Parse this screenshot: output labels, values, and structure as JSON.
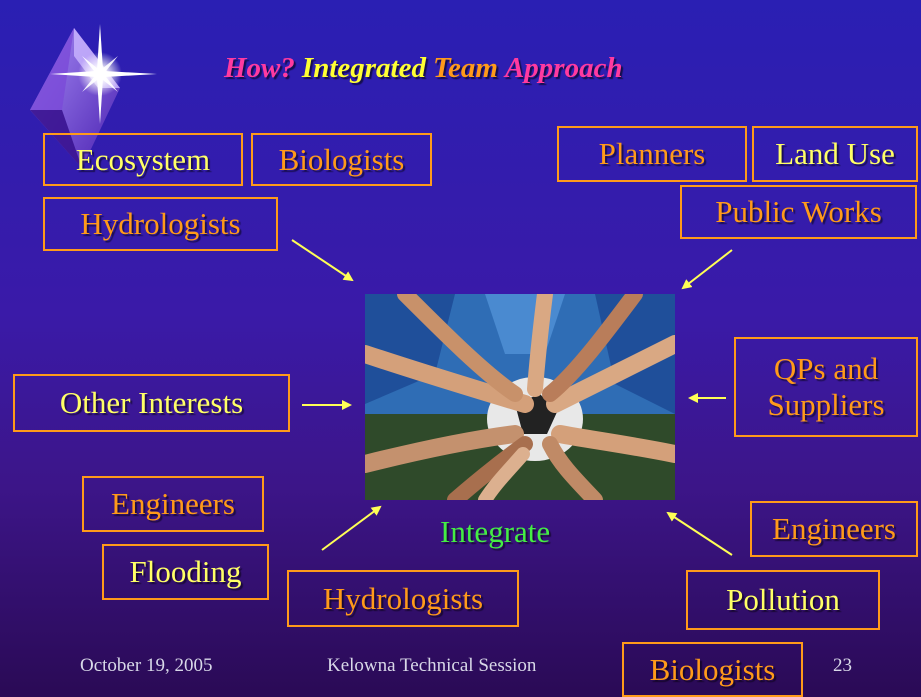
{
  "slide": {
    "title": {
      "how": "How?",
      "integrated": "Integrated",
      "team": "Team",
      "approach": "Approach"
    },
    "boxes": {
      "ecosystem": "Ecosystem",
      "biologists_top": "Biologists",
      "hydrologists_top": "Hydrologists",
      "planners": "Planners",
      "land_use": "Land Use",
      "public_works": "Public Works",
      "other_interests": "Other Interests",
      "qps_suppliers": "QPs and Suppliers",
      "engineers_left": "Engineers",
      "flooding": "Flooding",
      "hydrologists_bottom": "Hydrologists",
      "engineers_right": "Engineers",
      "pollution": "Pollution",
      "biologists_bottom": "Biologists"
    },
    "center_caption": "Integrate",
    "footer": {
      "date": "October 19, 2005",
      "session": "Kelowna Technical Session",
      "page_number": "23"
    }
  },
  "colors": {
    "title_pink": "#ff3aa0",
    "title_yellow": "#ffff33",
    "label_orange": "#ff9a1a",
    "label_yellow": "#ffff66",
    "integrate_green": "#44ee44",
    "arrow_yellow": "#ffff55"
  },
  "icons": {
    "logo": "diamond-starburst-logo",
    "photo": "team-hands-on-ball-photo"
  }
}
